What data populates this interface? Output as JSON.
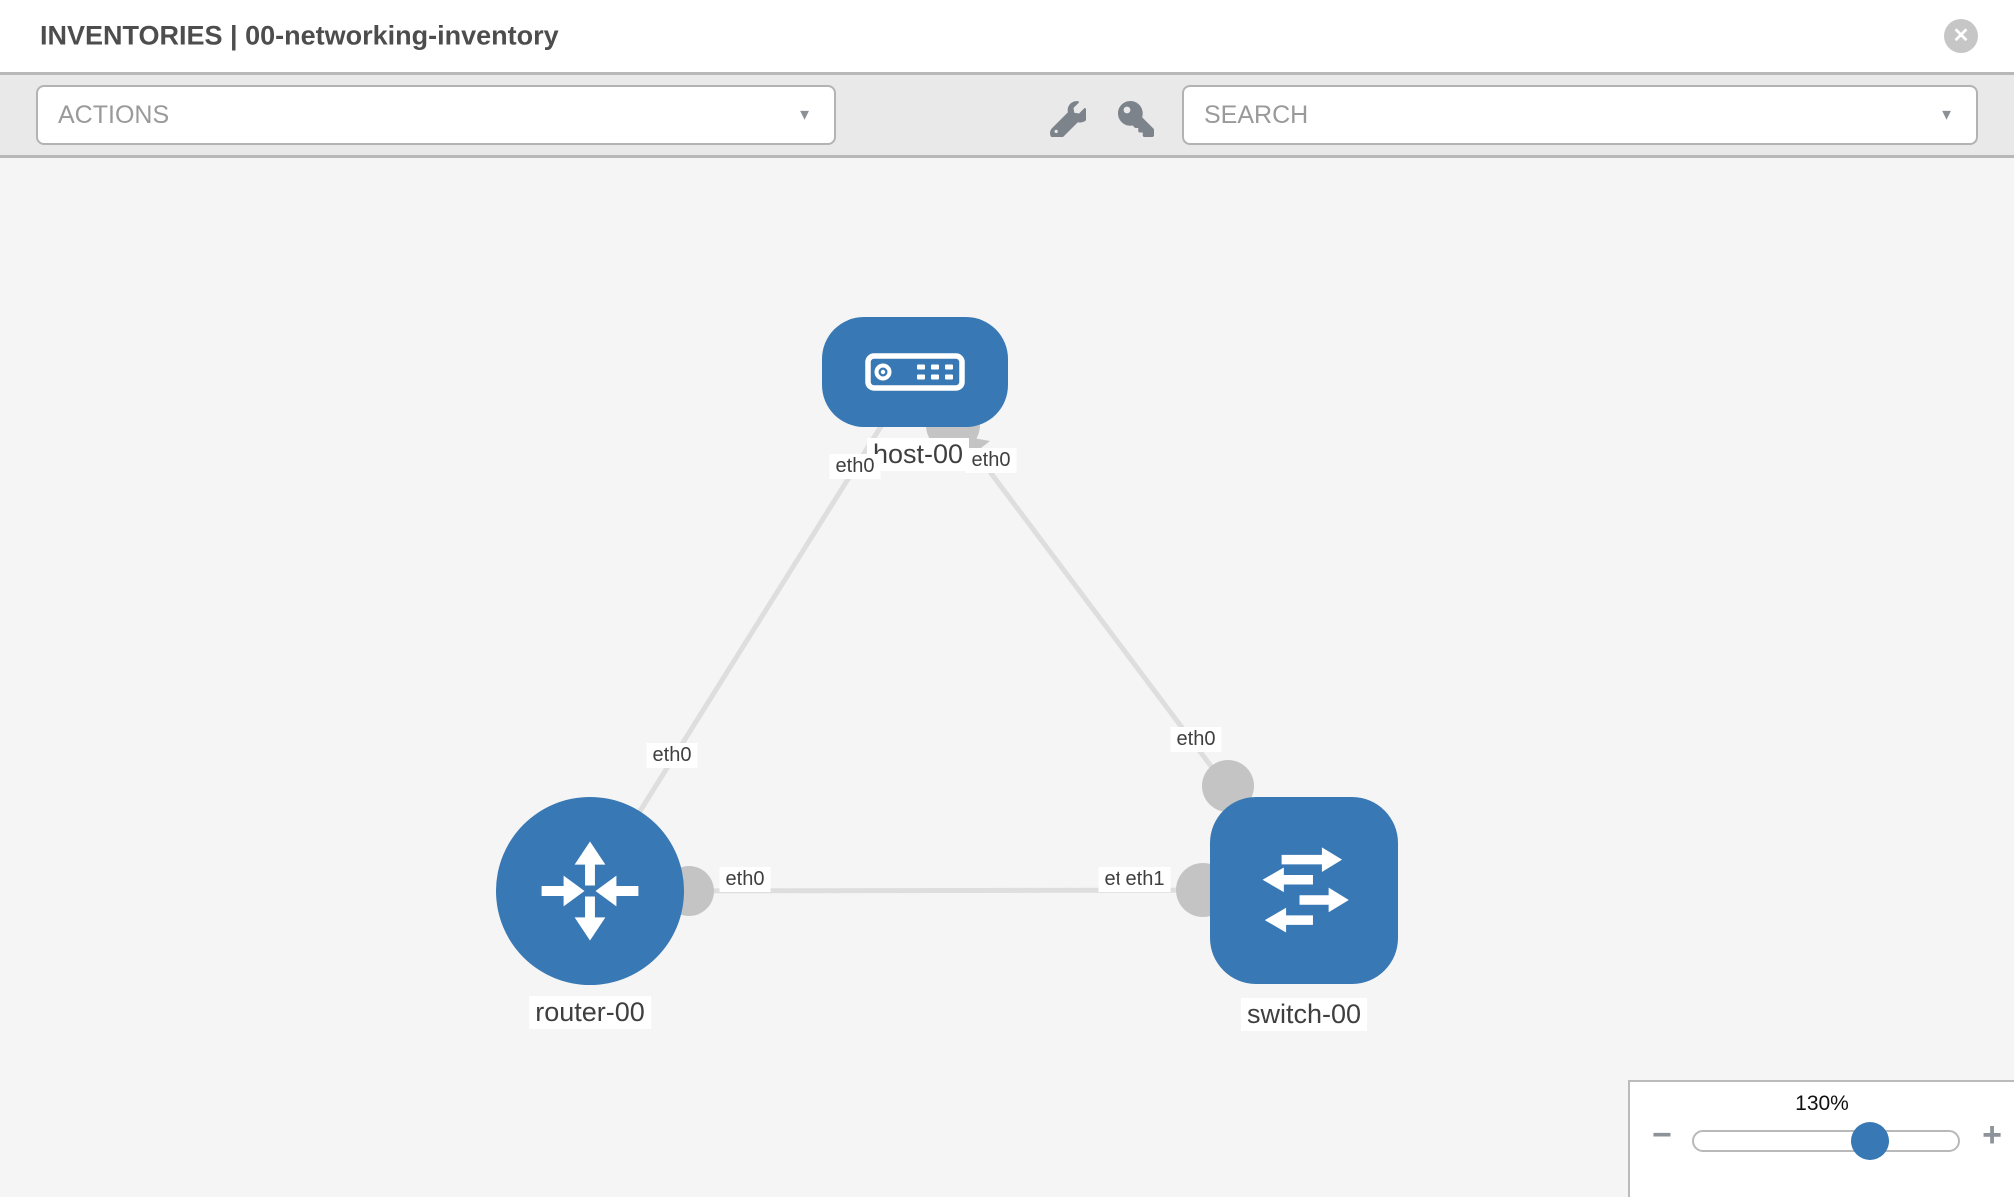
{
  "header": {
    "title": "INVENTORIES | 00-networking-inventory",
    "close_glyph": "✕"
  },
  "toolbar": {
    "actions_label": "ACTIONS",
    "search_label": "SEARCH",
    "caret_glyph": "▼",
    "icons": [
      "wrench-icon",
      "key-icon"
    ]
  },
  "topology": {
    "node_labels": {
      "host": "host-00",
      "router": "router-00",
      "switch": "switch-00"
    },
    "port_labels": {
      "host_left": "eth0",
      "host_right": "eth0",
      "link_router_host_mid": "eth0",
      "link_host_switch_mid": "eth0",
      "bottom_near_router": "eth0",
      "bottom_near_switch_under": "eth0",
      "bottom_near_switch_over": "eth1"
    },
    "links": [
      {
        "from": "router-00",
        "to": "host-00",
        "from_if": "eth0",
        "to_if": "eth0"
      },
      {
        "from": "host-00",
        "to": "switch-00",
        "from_if": "eth0",
        "to_if": "eth0"
      },
      {
        "from": "router-00",
        "to": "switch-00",
        "from_if": "eth0",
        "to_if": "eth1"
      }
    ],
    "colors": {
      "node_fill": "#3878b4",
      "edge": "#dedede",
      "port_circle": "#c4c4c4",
      "canvas_bg": "#f5f5f5"
    }
  },
  "zoom_control": {
    "value": "130%",
    "percent": 130,
    "minus_glyph": "−",
    "plus_glyph": "+"
  }
}
